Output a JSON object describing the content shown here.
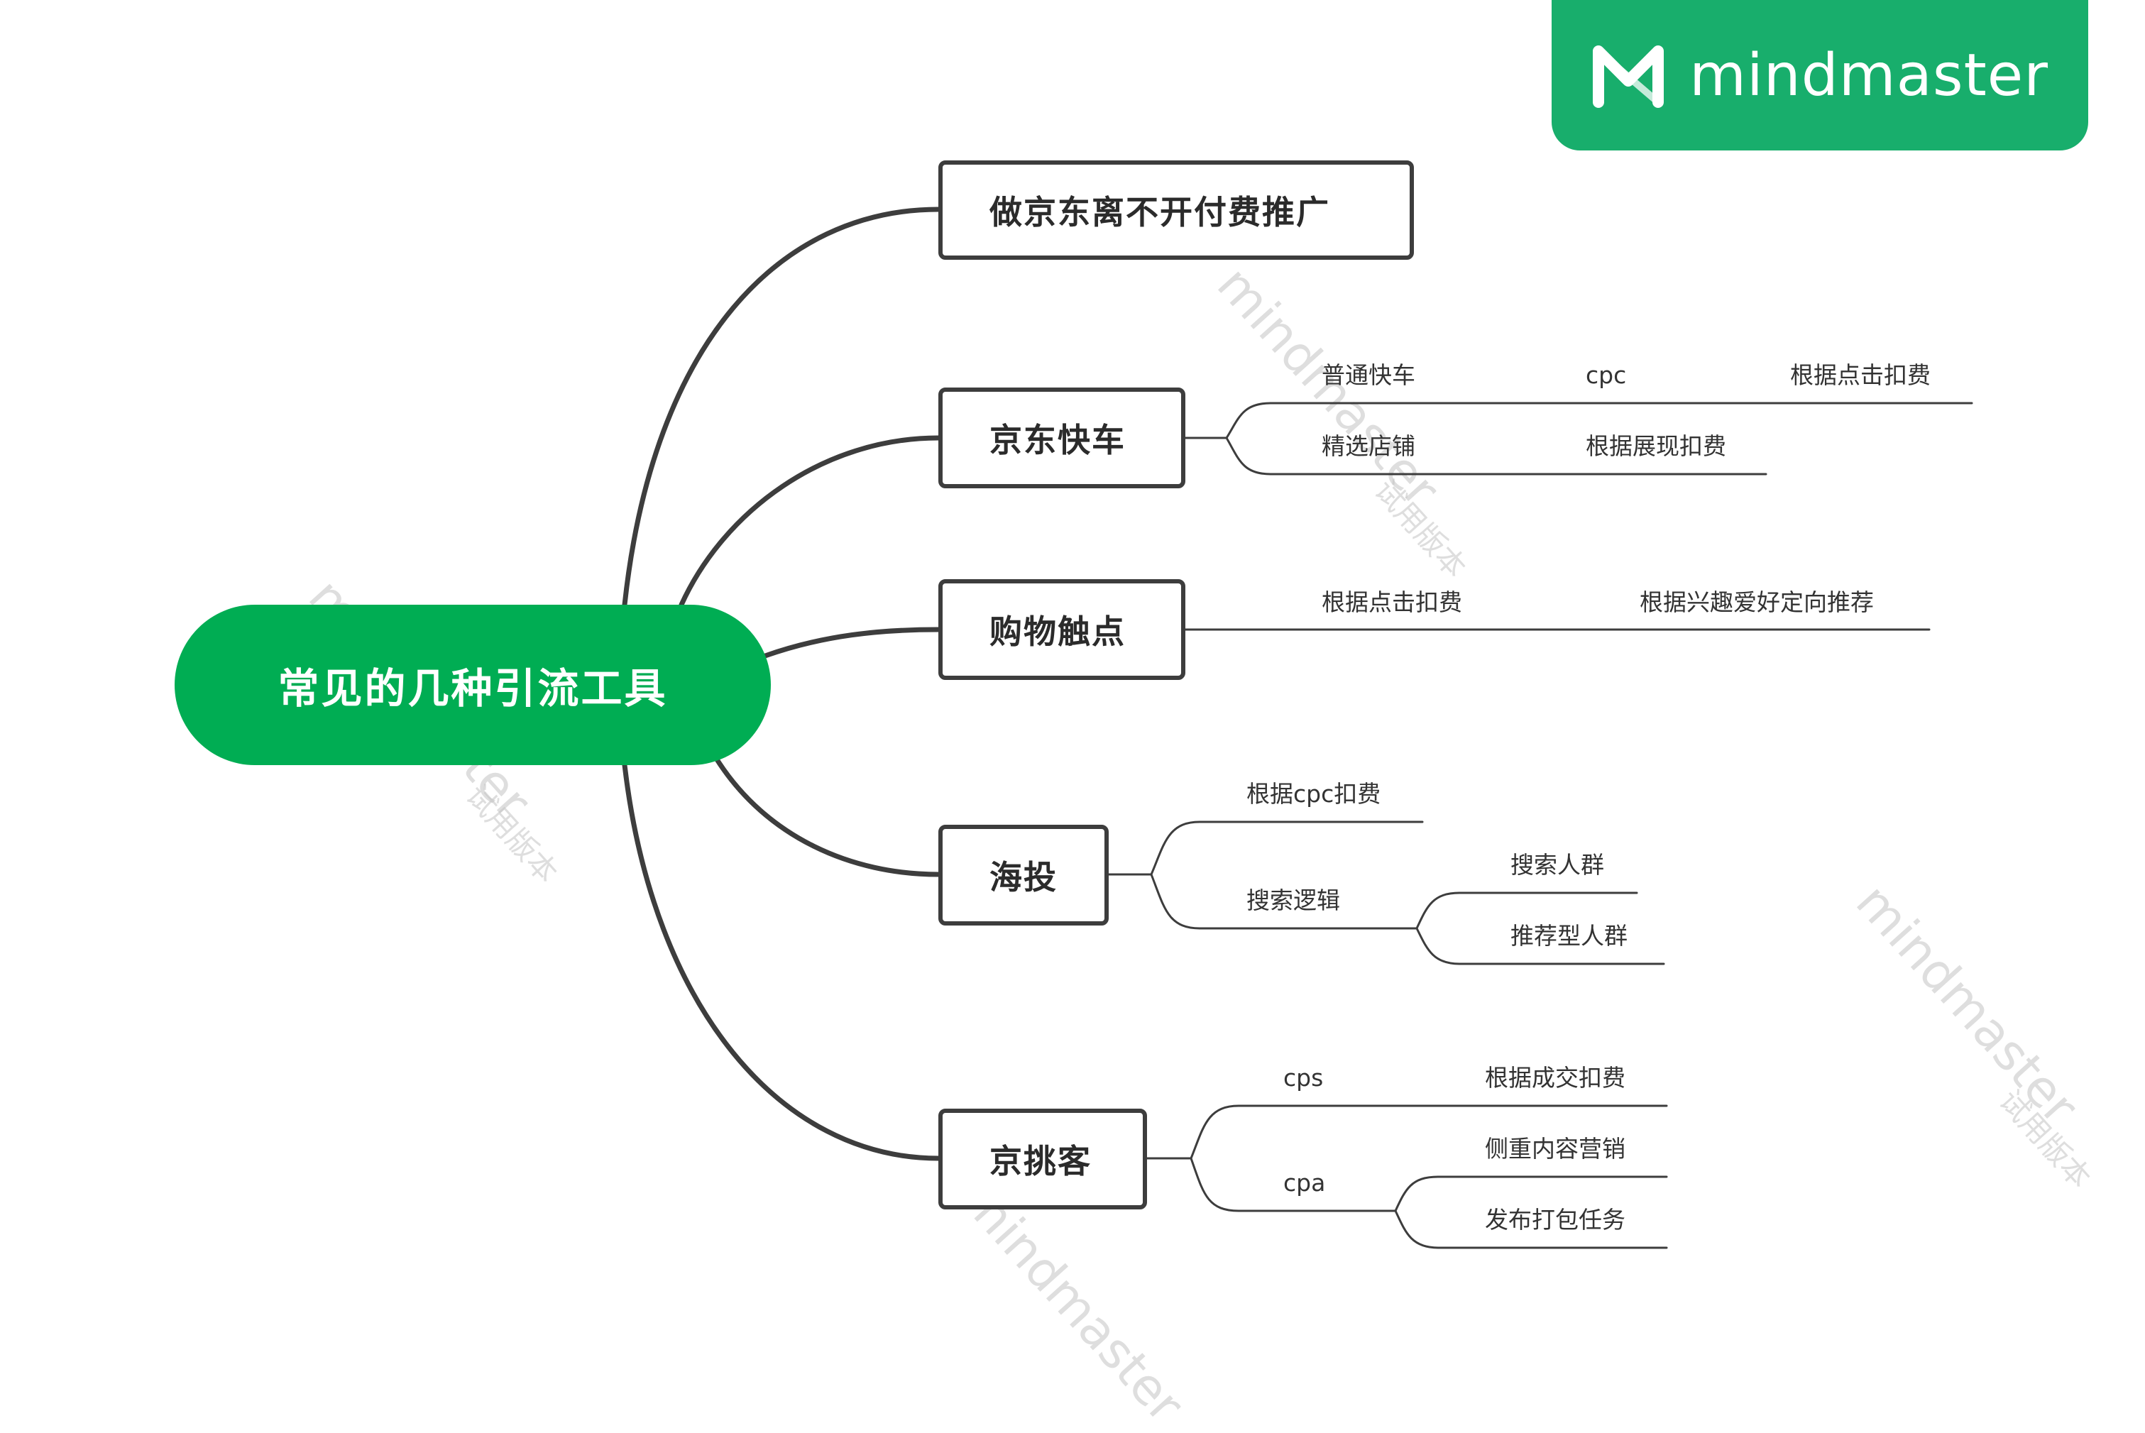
{
  "root": {
    "label": "常见的几种引流工具"
  },
  "branches": {
    "b1": {
      "label": "做京东离不开付费推广"
    },
    "b2": {
      "label": "京东快车",
      "leaves": [
        "普通快车",
        "cpc",
        "根据点击扣费",
        "精选店铺",
        "根据展现扣费"
      ]
    },
    "b3": {
      "label": "购物触点",
      "leaves": [
        "根据点击扣费",
        "根据兴趣爱好定向推荐"
      ]
    },
    "b4": {
      "label": "海投",
      "leaves": [
        "根据cpc扣费",
        "搜索逻辑",
        "搜索人群",
        "推荐型人群"
      ]
    },
    "b5": {
      "label": "京挑客",
      "leaves": [
        "cps",
        "根据成交扣费",
        "cpa",
        "侧重内容营销",
        "发布打包任务"
      ]
    }
  },
  "logo": {
    "text": "mindmaster"
  },
  "watermark": {
    "text": "mindmaster",
    "sub": "试用版本"
  },
  "colors": {
    "root": "#00ad53",
    "logo_bg": "#18ae6c",
    "line": "#3d3d3d",
    "watermark": "#c4c4c4"
  }
}
